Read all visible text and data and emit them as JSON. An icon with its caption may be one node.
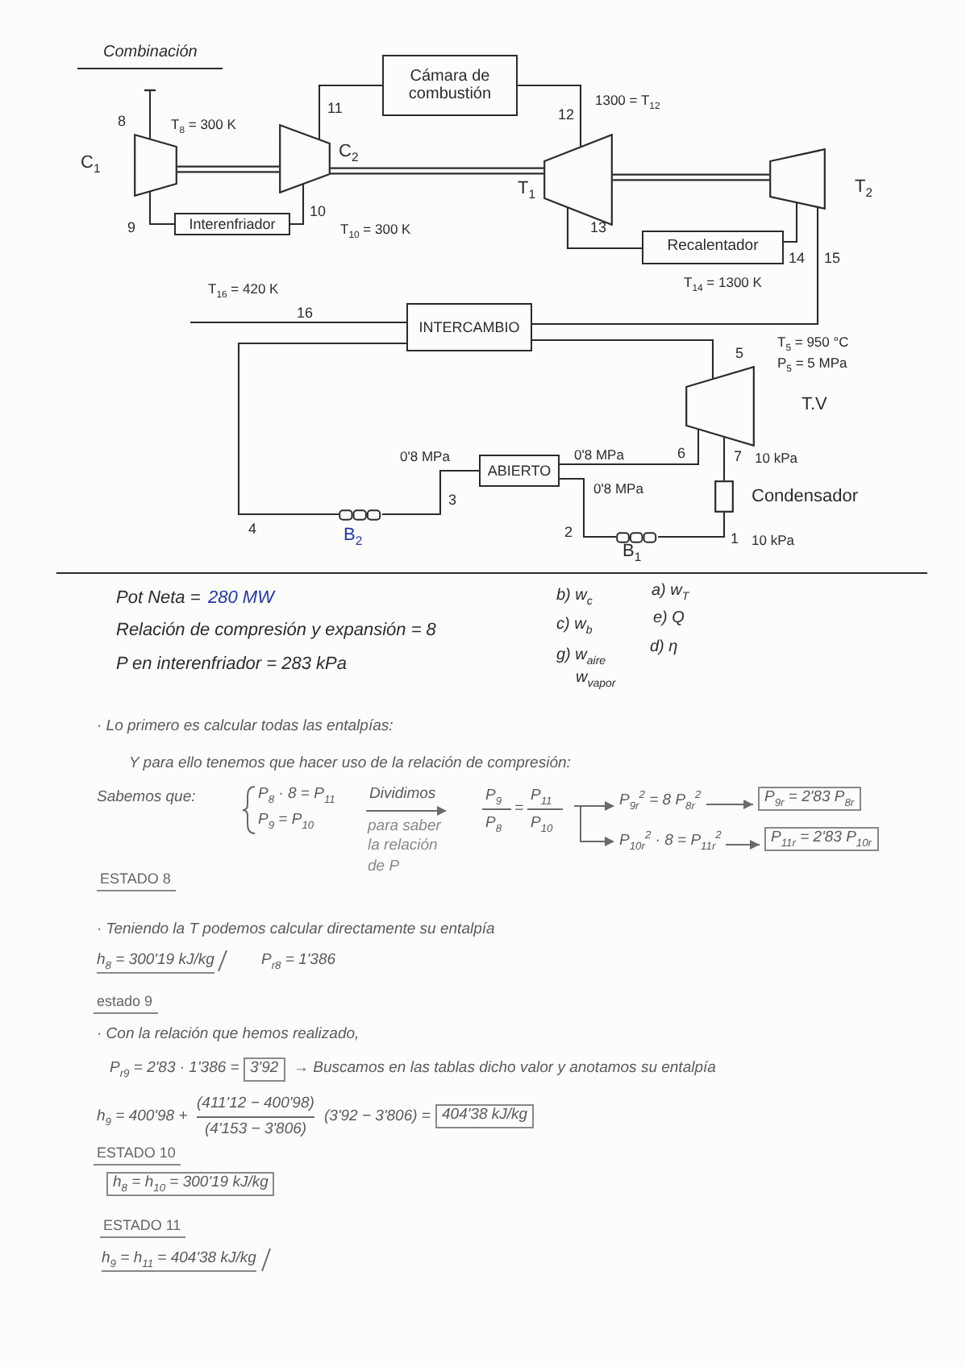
{
  "diagram": {
    "title": "Combinación",
    "nodes": [
      {
        "text": [],
        "shape": "trapezoid",
        "beside": [
          "C$_{1}$"
        ]
      },
      {
        "text": [
          "Interenfriador"
        ]
      },
      {
        "text": [],
        "shape": "trapezoid",
        "beside": [
          "C$_{2}$"
        ]
      },
      {
        "text": [
          "Cámara de combustión"
        ]
      },
      {
        "text": [],
        "shape": "trapezoid",
        "beside": [
          "T$_{1}$"
        ]
      },
      {
        "text": [],
        "shape": "trapezoid",
        "beside": [
          "T$_{2}$"
        ]
      },
      {
        "text": [
          "Recalentador"
        ]
      },
      {
        "text": [
          "INTERCAMBIO"
        ]
      },
      {
        "text": [],
        "shape": "trapezoid",
        "beside": [
          "T.V"
        ]
      },
      {
        "text": [],
        "shape": "box",
        "beside": [
          "Condensador"
        ]
      },
      {
        "text": [
          "ABIERTO"
        ]
      },
      {
        "text": [],
        "shape": "bar",
        "beside": [
          "B$_{1}$"
        ]
      },
      {
        "text": [],
        "shape": "bar",
        "beside": [
          "B$_{2}$"
        ]
      }
    ],
    "edges": [
      {
        "from": 0,
        "to": null,
        "arrow": "other"
      },
      {
        "from": 0,
        "to": 1,
        "arrow": "none"
      },
      {
        "from": 1,
        "to": 2,
        "arrow": "none"
      },
      {
        "from": 2,
        "to": 3,
        "arrow": "none"
      },
      {
        "from": 3,
        "to": 4,
        "arrow": "none"
      },
      {
        "from": 4,
        "to": 6,
        "arrow": "none"
      },
      {
        "from": 6,
        "to": 5,
        "arrow": "none"
      },
      {
        "from": 5,
        "to": 7,
        "arrow": "none"
      },
      {
        "from": 7,
        "to": null,
        "arrow": "none"
      },
      {
        "from": 0,
        "to": 2,
        "arrow": "none"
      },
      {
        "from": 2,
        "to": 4,
        "arrow": "none"
      },
      {
        "from": 4,
        "to": 5,
        "arrow": "none"
      },
      {
        "from": 7,
        "to": 8,
        "arrow": "none"
      },
      {
        "from": 8,
        "to": 10,
        "arrow": "none"
      },
      {
        "from": 8,
        "to": 9,
        "arrow": "none"
      },
      {
        "from": 9,
        "to": 11,
        "arrow": "none"
      },
      {
        "from": 11,
        "to": 10,
        "arrow": "none"
      },
      {
        "from": 10,
        "to": 12,
        "arrow": "none"
      },
      {
        "from": 12,
        "to": 7,
        "arrow": "none"
      }
    ],
    "labels": [
      "8",
      "T$_{8}$ = 300 K",
      "11",
      "1300 = T$_{12}$",
      "12",
      "9",
      "10",
      "T$_{10}$ = 300 K",
      "13",
      "14",
      "15",
      "T$_{14}$ = 1300 K",
      "T$_{16}$ = 420 K",
      "16",
      "5",
      "T$_{5}$ = 950 °C",
      "P$_{5}$ = 5 MPa",
      "0'8 MPa",
      "0'8 MPa",
      "6",
      "7",
      "10 kPa",
      "0'8 MPa",
      "3",
      "4",
      "2",
      "1",
      "10 kPa",
      "Pot Neta =",
      "280 MW",
      "b) w$_{c}$",
      "a) w$_{T}$",
      "Relación de compresión y expansión = 8",
      "c) w$_{b}$",
      "e) Q",
      "P en interenfriador = 283 kPa",
      "g) w$_{aire}$",
      "d) η",
      "w$_{vapor}$",
      "· Lo primero es calcular todas las entalpías:",
      "Y para ello tenemos que hacer uso de la relación de compresión:",
      "Sabemos que:",
      "P$_{8}$ · 8 = P$_{11}$",
      "Dividimos",
      "P$_{9}$",
      "=",
      "P$_{11}$",
      "P$_{9r}$$^{2}$ = 8 P$_{8r}$$^{2}$",
      "P$_{9r}$ = 2'83 P$_{8r}$",
      "P$_{9}$ = P$_{10}$",
      "para saber la relación de P",
      "P$_{8}$",
      "P$_{10}$",
      "P$_{10r}$$^{2}$ · 8 = P$_{11r}$$^{2}$",
      "P$_{11r}$ = 2'83 P$_{10r}$",
      "ESTADO 8",
      "· Teniendo la T podemos calcular directamente su entalpía",
      "h$_{8}$ = 300'19 kJ/kg",
      "P$_{r8}$ = 1'386",
      "estado 9",
      "· Con la relación que hemos realizado,",
      "P$_{r9}$ = 2'83 · 1'386 =",
      "3'92",
      "→ Buscamos en las tablas dicho valor y anotamos su entalpía",
      "h$_{9}$ = 400'98 +",
      "(411'12 − 400'98)",
      "(4'153 − 3'806)",
      "(3'92 − 3'806) =",
      "404'38 kJ/kg",
      "ESTADO 10",
      "h$_{8}$ = h$_{10}$ = 300'19 kJ/kg",
      "ESTADO 11",
      "h$_{9}$ = h$_{11}$ = 404'38 kJ/kg"
    ]
  }
}
